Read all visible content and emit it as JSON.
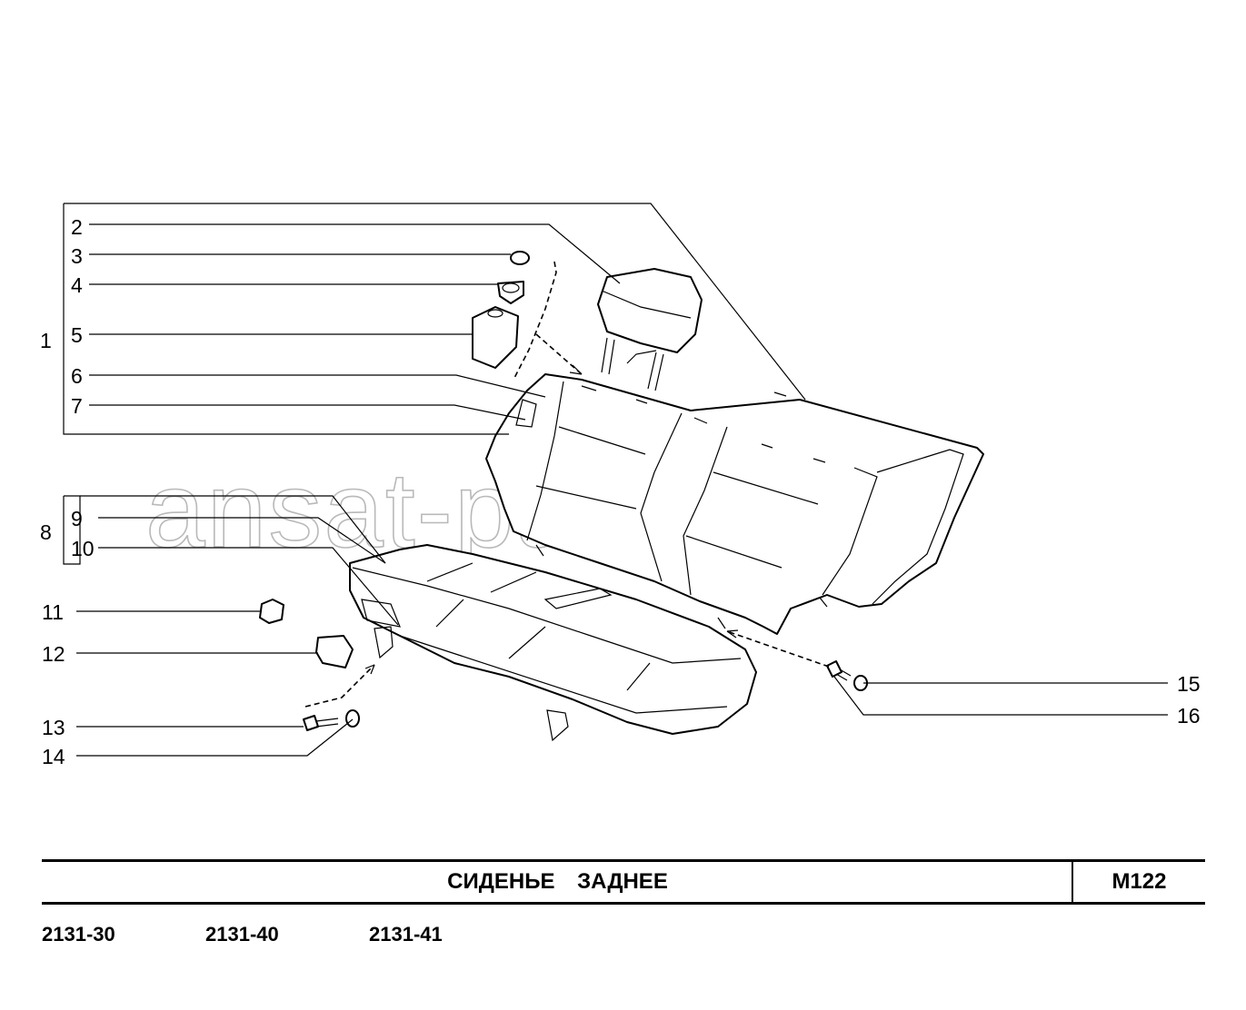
{
  "watermark": "ansat-parts.ru",
  "callouts": [
    {
      "id": "1",
      "text": "1"
    },
    {
      "id": "2",
      "text": "2"
    },
    {
      "id": "3",
      "text": "3"
    },
    {
      "id": "4",
      "text": "4"
    },
    {
      "id": "5",
      "text": "5"
    },
    {
      "id": "6",
      "text": "6"
    },
    {
      "id": "7",
      "text": "7"
    },
    {
      "id": "8",
      "text": "8"
    },
    {
      "id": "9",
      "text": "9"
    },
    {
      "id": "10",
      "text": "10"
    },
    {
      "id": "11",
      "text": "11"
    },
    {
      "id": "12",
      "text": "12"
    },
    {
      "id": "13",
      "text": "13"
    },
    {
      "id": "14",
      "text": "14"
    },
    {
      "id": "15",
      "text": "15"
    },
    {
      "id": "16",
      "text": "16"
    }
  ],
  "title": {
    "name": "СИДЕНЬЕ   ЗАДНЕЕ",
    "code": "М122"
  },
  "models": [
    "2131-30",
    "2131-40",
    "2131-41"
  ]
}
